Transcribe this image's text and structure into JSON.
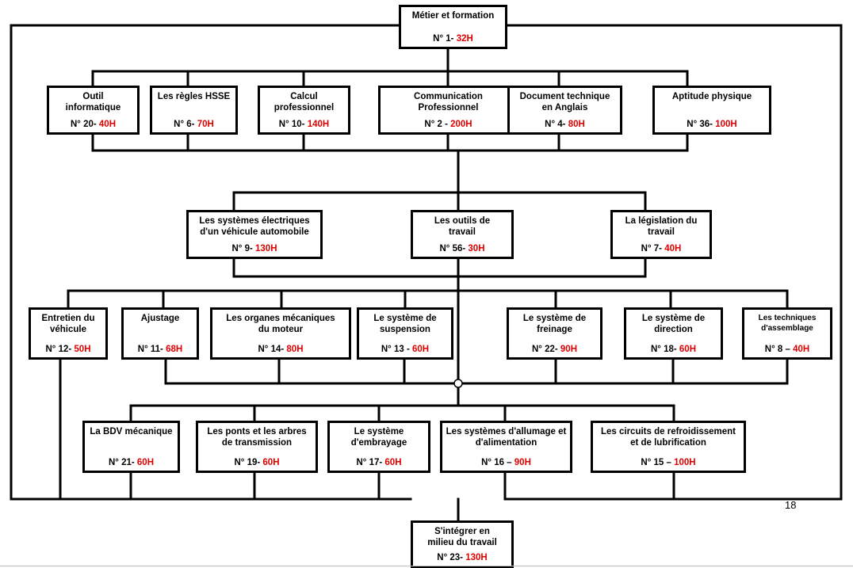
{
  "nodes": [
    {
      "id": "metier",
      "title": "Métier et formation",
      "num": "N° 1-",
      "hours": "32H"
    },
    {
      "id": "outil-info",
      "title": "Outil\ninformatique",
      "num": "N° 20-",
      "hours": "40H"
    },
    {
      "id": "hsse",
      "title": "Les règles HSSE",
      "num": "N° 6-",
      "hours": "70H"
    },
    {
      "id": "calcul",
      "title": "Calcul\nprofessionnel",
      "num": "N° 10-",
      "hours": "140H"
    },
    {
      "id": "communication",
      "title": "Communication\nProfessionnel",
      "num": "N° 2  -",
      "hours": "200H"
    },
    {
      "id": "doc-anglais",
      "title": "Document  technique\nen Anglais",
      "num": "N° 4-",
      "hours": "80H"
    },
    {
      "id": "aptitude",
      "title": "Aptitude physique",
      "num": "N° 36-",
      "hours": "100H"
    },
    {
      "id": "sys-elec",
      "title": "Les systèmes électriques\nd'un véhicule automobile",
      "num": "N° 9-",
      "hours": "130H"
    },
    {
      "id": "outils-travail",
      "title": "Les outils de\ntravail",
      "num": "N° 56-",
      "hours": "30H"
    },
    {
      "id": "legislation",
      "title": "La législation du\ntravail",
      "num": "N° 7-",
      "hours": "40H"
    },
    {
      "id": "entretien",
      "title": "Entretien  du\nvéhicule",
      "num": "N° 12-",
      "hours": "50H"
    },
    {
      "id": "ajustage",
      "title": "Ajustage",
      "num": "N° 11-",
      "hours": "68H"
    },
    {
      "id": "organes",
      "title": "Les organes mécaniques\ndu moteur",
      "num": "N° 14-",
      "hours": "80H"
    },
    {
      "id": "suspension",
      "title": "Le système de\nsuspension",
      "num": "N° 13 -",
      "hours": "60H"
    },
    {
      "id": "freinage",
      "title": "Le système de\nfreinage",
      "num": "N° 22-",
      "hours": "90H"
    },
    {
      "id": "direction",
      "title": "Le système de\ndirection",
      "num": "N° 18-",
      "hours": "60H"
    },
    {
      "id": "assemblage",
      "title": "Les techniques\nd'assemblage",
      "num": "N° 8 –",
      "hours": "40H",
      "small": true
    },
    {
      "id": "bdv",
      "title": "La BDV mécanique",
      "num": "N° 21-",
      "hours": "60H"
    },
    {
      "id": "ponts",
      "title": "Les ponts et les arbres\nde transmission",
      "num": "N° 19-",
      "hours": "60H"
    },
    {
      "id": "embrayage",
      "title": "Le système\nd'embrayage",
      "num": "N° 17-",
      "hours": "60H"
    },
    {
      "id": "allumage",
      "title": "Les systèmes d'allumage et\nd'alimentation",
      "num": "N° 16 –",
      "hours": "90H"
    },
    {
      "id": "refroidissement",
      "title": "Les circuits de refroidissement\net de lubrification",
      "num": "N° 15 –",
      "hours": "100H"
    },
    {
      "id": "integrer",
      "title": "S'intégrer en\nmilieu du travail",
      "num": "N° 23-",
      "hours": "130H"
    }
  ],
  "page_number": "18"
}
